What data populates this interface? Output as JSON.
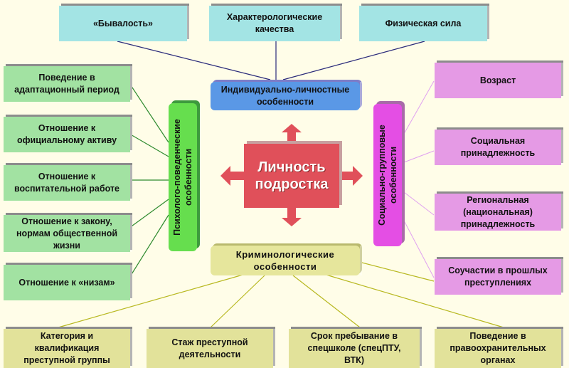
{
  "diagram": {
    "center": {
      "label_line1": "Личность",
      "label_line2": "подростка"
    },
    "hubs": {
      "individual": {
        "line1": "Индивидуально-личностные",
        "line2": "особенности"
      },
      "psycho": {
        "line1": "Психолого-поведенческие",
        "line2": "особенности"
      },
      "social": {
        "line1": "Социально-групповые",
        "line2": "особенности"
      },
      "criminal": {
        "line1": "Криминологические",
        "line2": "особенности"
      }
    },
    "top_items": [
      {
        "line1": "«Бывалость»",
        "line2": ""
      },
      {
        "line1": "Характерологические",
        "line2": "качества"
      },
      {
        "line1": "Физическая сила",
        "line2": ""
      }
    ],
    "left_items": [
      {
        "line1": "Поведение в",
        "line2": "адаптационный период",
        "line3": ""
      },
      {
        "line1": "Отношение к",
        "line2": "официальному активу",
        "line3": ""
      },
      {
        "line1": "Отношение к",
        "line2": "воспитательной работе",
        "line3": ""
      },
      {
        "line1": "Отношение к закону,",
        "line2": "нормам общественной",
        "line3": "жизни"
      },
      {
        "line1": "Отношение к «низам»",
        "line2": "",
        "line3": ""
      }
    ],
    "right_items": [
      {
        "line1": "Возраст",
        "line2": "",
        "line3": ""
      },
      {
        "line1": "Социальная",
        "line2": "принадлежность",
        "line3": ""
      },
      {
        "line1": "Региональная",
        "line2": "(национальная)",
        "line3": "принадлежность"
      },
      {
        "line1": "Соучастии в прошлых",
        "line2": "преступлениях",
        "line3": ""
      }
    ],
    "bottom_items": [
      {
        "line1": "Категория и",
        "line2": "квалификация",
        "line3": "преступной группы"
      },
      {
        "line1": "Стаж преступной",
        "line2": "деятельности",
        "line3": ""
      },
      {
        "line1": "Срок пребывание в",
        "line2": "спецшколе (спецПТУ,",
        "line3": "ВТК)"
      },
      {
        "line1": "Поведение в",
        "line2": "правоохранительных",
        "line3": "органах"
      }
    ],
    "colors": {
      "background": "#fffde8",
      "top_boxes": "#a3e4e4",
      "left_boxes": "#a2e2a2",
      "right_boxes": "#e59ae5",
      "bottom_boxes": "#e2e29a",
      "individual_hub": "#5a98e6",
      "psycho_hub": "#66de4e",
      "social_hub": "#e44ee4",
      "criminal_hub": "#e6e69c",
      "center": "#e0505a",
      "top_links": "#2a2a7a",
      "left_links": "#2e8a2e",
      "right_links": "#e0a0f0",
      "bottom_links": "#b8b820"
    }
  }
}
